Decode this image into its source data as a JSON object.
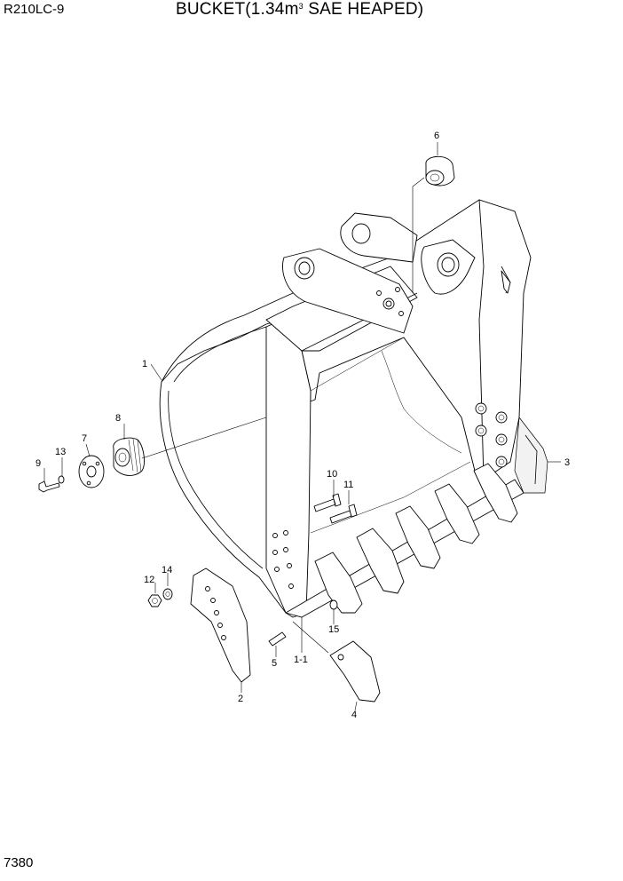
{
  "header": {
    "model": "R210LC-9",
    "title_main": "BUCKET(1.34m",
    "title_sup": "3",
    "title_rest": " SAE HEAPED)"
  },
  "footer": {
    "page_number": "7380"
  },
  "callouts": {
    "c1": "1",
    "c1_1": "1-1",
    "c2": "2",
    "c3": "3",
    "c4": "4",
    "c5": "5",
    "c6": "6",
    "c7": "7",
    "c8": "8",
    "c9": "9",
    "c10": "10",
    "c11": "11",
    "c12": "12",
    "c13": "13",
    "c14": "14",
    "c15": "15"
  }
}
